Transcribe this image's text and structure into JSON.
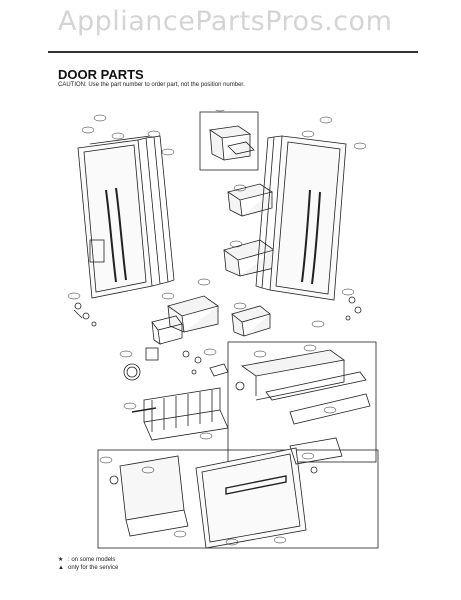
{
  "watermark": "AppliancePartsPros.com",
  "title": "DOOR PARTS",
  "caution": "CAUTION: Use the part number to order part, not the position number.",
  "legend": [
    {
      "symbol": "★",
      "text": ": on some models"
    },
    {
      "symbol": "▲",
      "text": "only for the service"
    }
  ]
}
